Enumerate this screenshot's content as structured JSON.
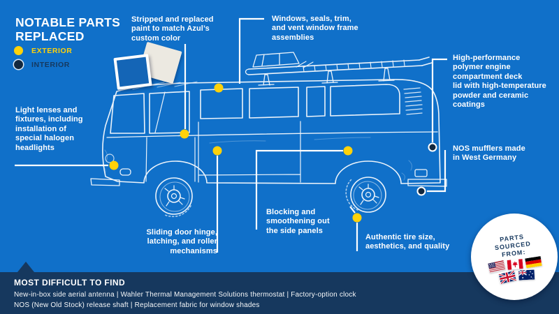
{
  "header": {
    "title": "NOTABLE PARTS\nREPLACED"
  },
  "legend": {
    "exterior_label": "EXTERIOR",
    "interior_label": "INTERIOR"
  },
  "callouts": {
    "paint": {
      "type": "exterior",
      "text": "Stripped and replaced\npaint to match Azul’s\ncustom color"
    },
    "windows": {
      "type": "exterior",
      "text": "Windows, seals, trim,\nand vent window frame\nassemblies"
    },
    "engine_lid": {
      "type": "interior",
      "text": "High-performance\npolymer engine\ncompartment deck\nlid with high-temperature\npowder and ceramic\ncoatings"
    },
    "mufflers": {
      "type": "interior",
      "text": "NOS mufflers made\nin West Germany"
    },
    "headlights": {
      "type": "exterior",
      "text": "Light lenses and\nfixtures, including\ninstallation of\nspecial halogen\nheadlights"
    },
    "sliding_door": {
      "type": "exterior",
      "text": "Sliding door hinge,\nlatching, and roller\nmechanisms"
    },
    "side_panels": {
      "type": "exterior",
      "text": "Blocking and\nsmoothening out\nthe side panels"
    },
    "tires": {
      "type": "exterior",
      "text": "Authentic tire size,\naesthetics, and quality"
    }
  },
  "sourced_badge": {
    "line1": "PARTS",
    "line2": "SOURCED",
    "line3": "FROM:",
    "flags": [
      "United States",
      "Canada",
      "Germany",
      "United Kingdom",
      "Australia"
    ]
  },
  "footer": {
    "heading": "MOST DIFFICULT TO FIND",
    "line1": "New-in-box side aerial antenna | Wahler Thermal Management Solutions thermostat | Factory-option clock",
    "line2": "NOS (New Old Stock) release shaft | Replacement fabric for window shades"
  },
  "colors": {
    "background": "#1070C9",
    "footer_bar": "#16385E",
    "exterior_marker": "#FFD20A",
    "interior_marker": "#12283F",
    "sketch": "#FFFFFF"
  }
}
